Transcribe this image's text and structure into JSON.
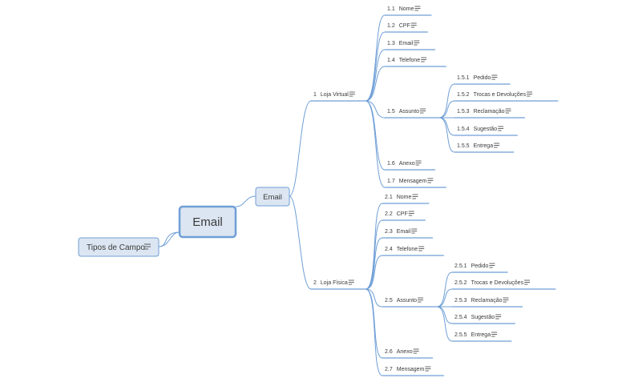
{
  "colors": {
    "line": "#6f9fd6",
    "box_fill": "#dce6f2",
    "box_stroke": "#6f9fd6",
    "text": "#3a3a3a",
    "icon": "#555555"
  },
  "icons": {
    "notes": "notes-icon"
  },
  "root": {
    "label": "Email"
  },
  "left": {
    "label": "Tipos de Campo"
  },
  "hub": {
    "label": "Email"
  },
  "branches": [
    {
      "num": "1",
      "label": "Loja Virtual",
      "children": [
        {
          "num": "1.1",
          "label": "Nome"
        },
        {
          "num": "1.2",
          "label": "CPF"
        },
        {
          "num": "1.3",
          "label": "Email"
        },
        {
          "num": "1.4",
          "label": "Telefone"
        },
        {
          "num": "1.5",
          "label": "Assunto",
          "children": [
            {
              "num": "1.5.1",
              "label": "Pedido"
            },
            {
              "num": "1.5.2",
              "label": "Trocas e Devoluções"
            },
            {
              "num": "1.5.3",
              "label": "Reclamação"
            },
            {
              "num": "1.5.4",
              "label": "Sugestão"
            },
            {
              "num": "1.5.5",
              "label": "Entrega"
            }
          ]
        },
        {
          "num": "1.6",
          "label": "Anexo"
        },
        {
          "num": "1.7",
          "label": "Mensagem"
        }
      ]
    },
    {
      "num": "2",
      "label": "Loja Física",
      "children": [
        {
          "num": "2.1",
          "label": "Nome"
        },
        {
          "num": "2.2",
          "label": "CPF"
        },
        {
          "num": "2.3",
          "label": "Email"
        },
        {
          "num": "2.4",
          "label": "Telefone"
        },
        {
          "num": "2.5",
          "label": "Assunto",
          "children": [
            {
              "num": "2.5.1",
              "label": "Pedido"
            },
            {
              "num": "2.5.2",
              "label": "Trocas e Devoluções"
            },
            {
              "num": "2.5.3",
              "label": "Reclamação"
            },
            {
              "num": "2.5.4",
              "label": "Sugestão"
            },
            {
              "num": "2.5.5",
              "label": "Entrega"
            }
          ]
        },
        {
          "num": "2.6",
          "label": "Anexo"
        },
        {
          "num": "2.7",
          "label": "Mensagem"
        }
      ]
    }
  ]
}
